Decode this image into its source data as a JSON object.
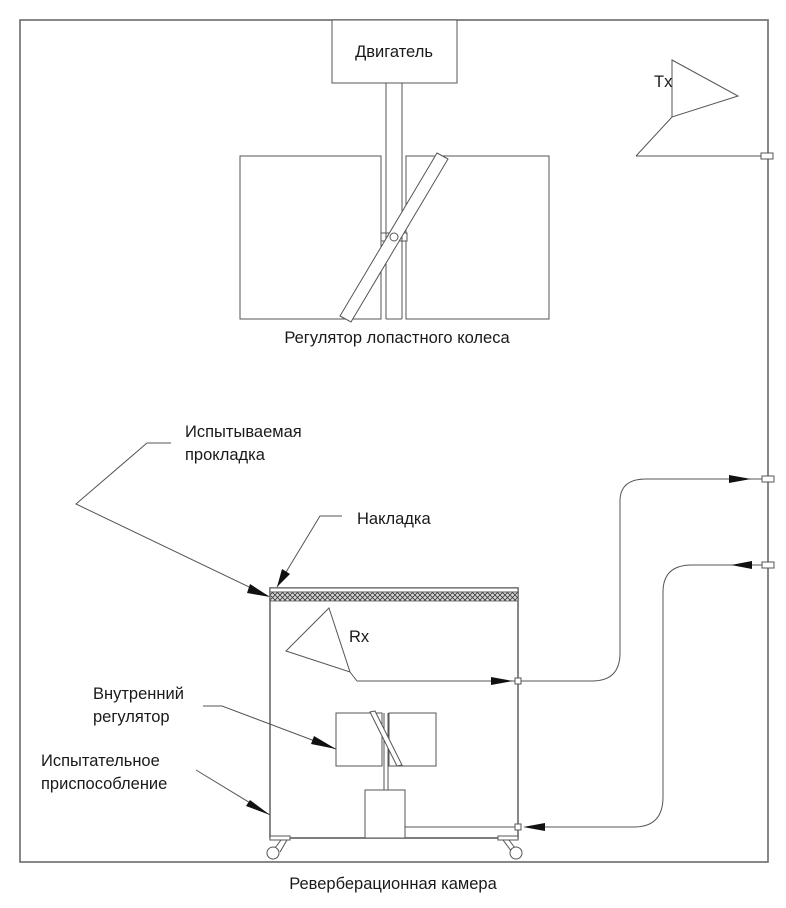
{
  "diagram": {
    "title": "Реверберационная камера",
    "colors": {
      "line": "#555555",
      "arrowhead": "#111111",
      "text": "#1a1a1a",
      "background": "#ffffff"
    },
    "labels": {
      "motor": "Двигатель",
      "stirrer": "Регулятор лопастного колеса",
      "tx": "Tx",
      "rx": "Rx",
      "gasket_line1": "Испытываемая",
      "gasket_line2": "прокладка",
      "overlay": "Накладка",
      "inner_stirrer_line1": "Внутренний",
      "inner_stirrer_line2": "регулятор",
      "fixture_line1": "Испытательное",
      "fixture_line2": "приспособление",
      "chamber": "Реверберационная камера"
    }
  }
}
